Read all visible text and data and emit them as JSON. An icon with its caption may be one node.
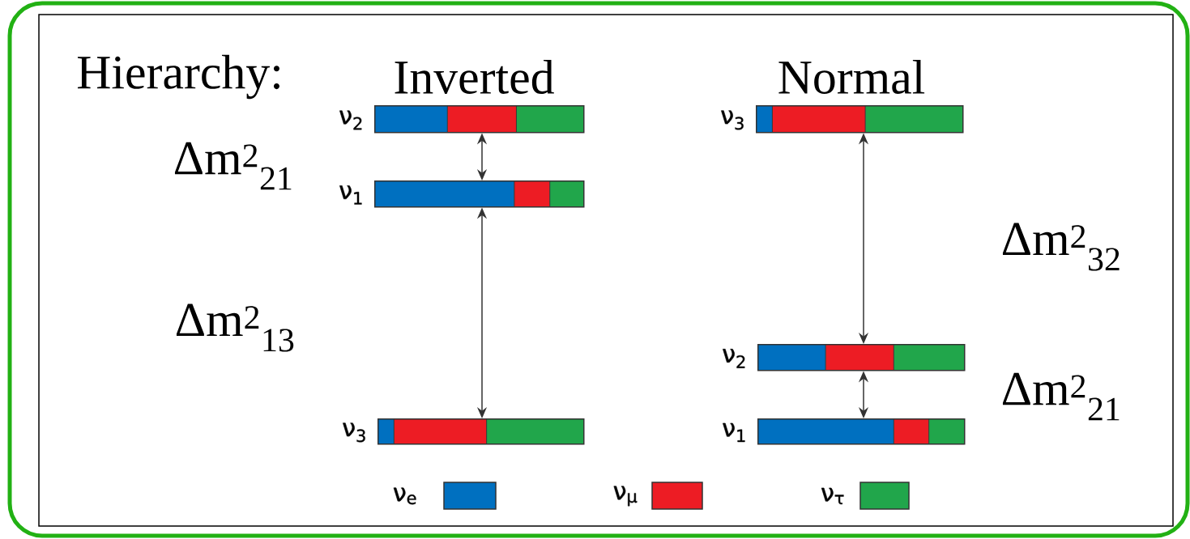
{
  "diagram": {
    "nodes": [
      {
        "text": [],
        "shape": "bar",
        "beside": [
          "ν$_{2}$"
        ]
      },
      {
        "text": [],
        "shape": "bar",
        "beside": [
          "ν$_{1}$"
        ]
      },
      {
        "text": [],
        "shape": "bar",
        "beside": [
          "ν$_{3}$"
        ]
      },
      {
        "text": [],
        "shape": "bar",
        "beside": [
          "ν$_{3}$"
        ]
      },
      {
        "text": [],
        "shape": "bar",
        "beside": [
          "ν$_{2}$"
        ]
      },
      {
        "text": [],
        "shape": "bar",
        "beside": [
          "ν$_{1}$"
        ]
      }
    ],
    "edges": [
      {
        "from": 0,
        "to": 1,
        "arrow": "both"
      },
      {
        "from": 1,
        "to": 2,
        "arrow": "both"
      },
      {
        "from": 3,
        "to": 4,
        "arrow": "both"
      },
      {
        "from": 4,
        "to": 5,
        "arrow": "both"
      }
    ],
    "labels": [
      "Hierarchy:",
      "Inverted",
      "Normal",
      "Δm$^{2}$$_{21}$",
      "Δm$^{2}$$_{13}$",
      "Δm$^{2}$$_{32}$",
      "Δm$^{2}$$_{21}$"
    ],
    "legend": [
      {
        "text": "ν$_{e}$",
        "color": "#0070c0"
      },
      {
        "text": "ν$_{μ}$",
        "color": "#ed1c24"
      },
      {
        "text": "ν$_{τ}$",
        "color": "#21a64b"
      }
    ]
  }
}
